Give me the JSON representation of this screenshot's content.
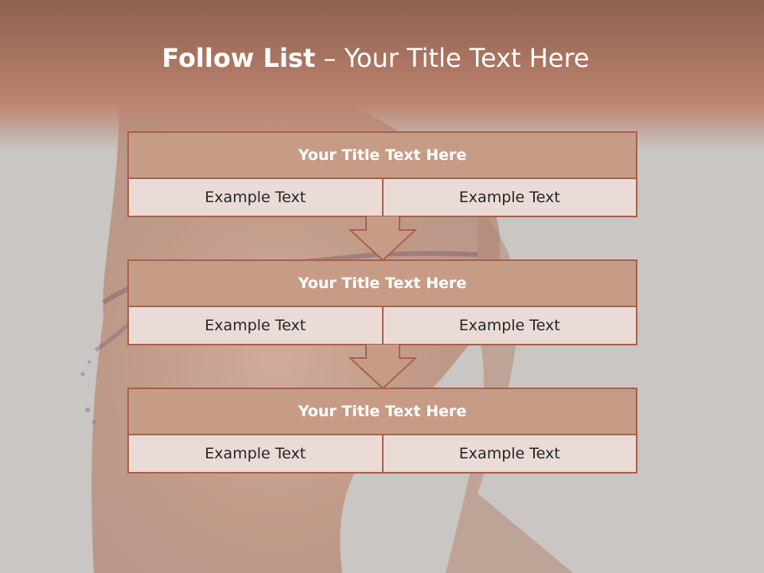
{
  "slide": {
    "title_bold": "Follow List",
    "title_rest": " – Your Title Text Here"
  },
  "blocks": [
    {
      "title": "Your Title Text Here",
      "left": "Example Text",
      "right": "Example Text"
    },
    {
      "title": "Your Title Text Here",
      "left": "Example Text",
      "right": "Example Text"
    },
    {
      "title": "Your Title Text Here",
      "left": "Example Text",
      "right": "Example Text"
    }
  ],
  "colors": {
    "header_band": "#ad7764",
    "block_title_fill": "#c79c87",
    "block_body_fill": "#eadbd6",
    "block_border": "#a9614a",
    "background": "#c9c6c3"
  },
  "icons": {
    "connector": "down-arrow-icon"
  }
}
